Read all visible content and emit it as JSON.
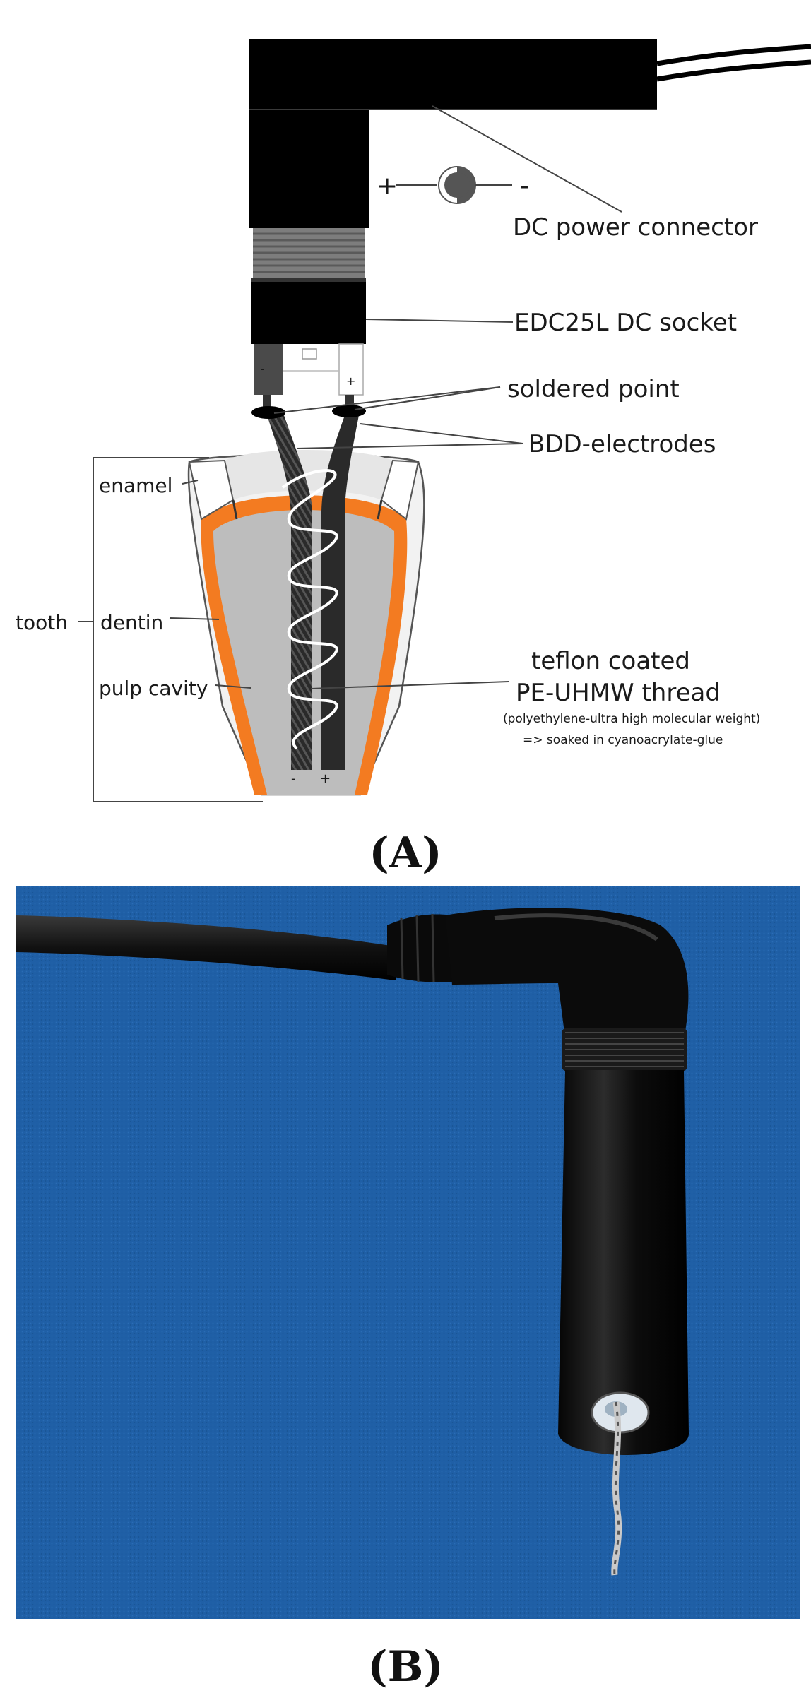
{
  "panel_a": {
    "caption": "(A)",
    "labels": {
      "dc_power_connector": "DC power connector",
      "edc25l_socket": "EDC25L DC socket",
      "soldered_point": "soldered point",
      "bdd_electrodes": "BDD-electrodes",
      "enamel": "enamel",
      "tooth": "tooth",
      "dentin": "dentin",
      "pulp_cavity": "pulp cavity",
      "thread_line1": "teflon coated",
      "thread_line2": "PE-UHMW thread",
      "thread_note1": "(polyethylene-ultra high molecular weight)",
      "thread_note2": "=> soaked in cyanoacrylate-glue"
    },
    "polarity": {
      "plus": "+",
      "minus": "-",
      "socket_minus": "-",
      "socket_plus": "+",
      "tip_minus": "-",
      "tip_plus": "+"
    },
    "colors": {
      "connector": "#000000",
      "enamel": "#e6e6e6",
      "dentin": "#f37b21",
      "pulp": "#bdbdbd",
      "electrode": "#2a2a2a"
    }
  },
  "panel_b": {
    "caption": "(B)",
    "colors": {
      "background": "#1f5fa6",
      "device": "#0d0d0d"
    }
  }
}
